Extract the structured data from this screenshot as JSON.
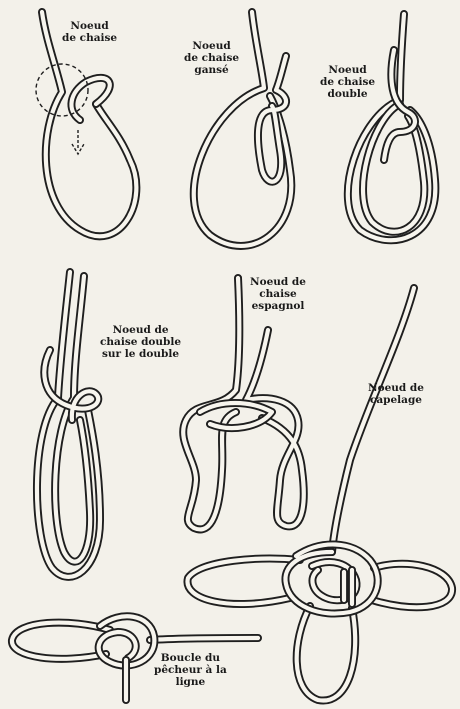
{
  "knots": [
    {
      "id": "bowline",
      "label_lines": [
        "Noeud",
        "de chaise"
      ]
    },
    {
      "id": "slipped-bowline",
      "label_lines": [
        "Noeud",
        "de chaise",
        "gansé"
      ]
    },
    {
      "id": "double-bowline",
      "label_lines": [
        "Noeud",
        "de chaise",
        "double"
      ]
    },
    {
      "id": "bowline-on-bight",
      "label_lines": [
        "Noeud de",
        "chaise double",
        "sur le double"
      ]
    },
    {
      "id": "spanish-bowline",
      "label_lines": [
        "Noeud de",
        "chaise",
        "espagnol"
      ]
    },
    {
      "id": "capelage",
      "label_lines": [
        "Noeud de",
        "capelage"
      ]
    },
    {
      "id": "anglers-loop",
      "label_lines": [
        "Boucle du",
        "pêcheur à la",
        "ligne"
      ]
    }
  ],
  "colors": {
    "ink": "#1f1f1f",
    "rope_fill": "#f7f5ee",
    "paper": "#f3f1ea"
  }
}
